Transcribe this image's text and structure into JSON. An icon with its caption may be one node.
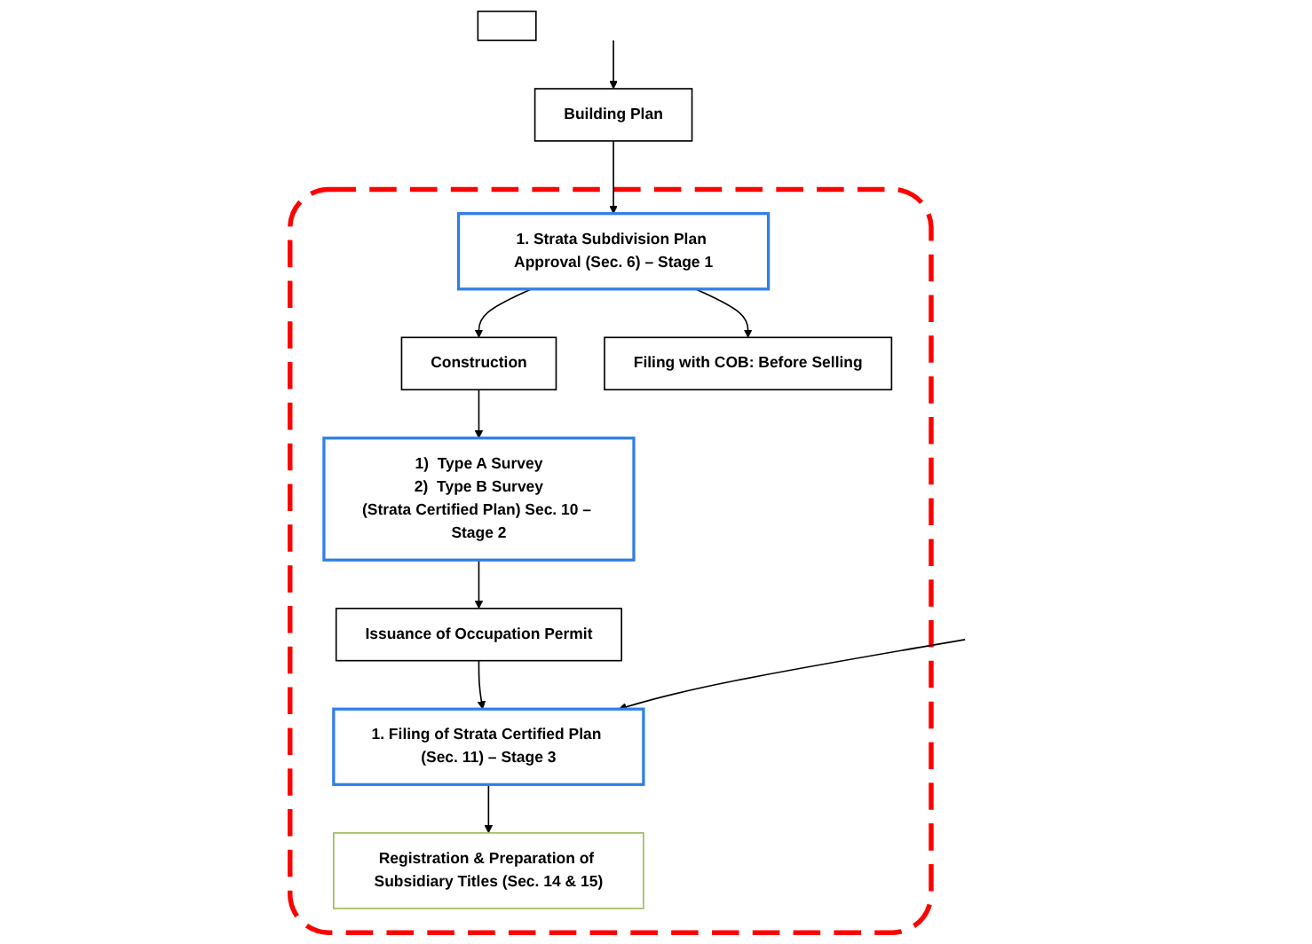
{
  "diagram": {
    "nodes": [
      {
        "text": [],
        "shape": "box"
      },
      {
        "text": [],
        "shape": "box"
      },
      {
        "text": [
          "Building Plan"
        ]
      },
      {
        "text": [
          "1. Strata Subdivision Plan Approval (Sec. 6) – Stage 1"
        ],
        "in": 1
      },
      {
        "text": [
          "Construction"
        ],
        "in": 1
      },
      {
        "text": [
          "Filing with COB: Before Selling"
        ],
        "in": 1
      },
      {
        "text": [
          "1)  Type A Survey",
          "2)  Type B Survey",
          "(Strata Certified Plan) Sec. 10 – Stage 2"
        ],
        "in": 1
      },
      {
        "text": [
          "Issuance of Occupation Permit"
        ],
        "in": 1
      },
      {
        "text": [
          "1. Filing of Strata Certified Plan (Sec. 11) – Stage 3"
        ],
        "in": 1
      },
      {
        "text": [
          "Registration & Preparation of Subsidiary Titles (Sec. 14 & 15)"
        ],
        "in": 1
      }
    ],
    "edges": [
      {
        "from": null,
        "to": 2,
        "arrow": "to"
      },
      {
        "from": 2,
        "to": 3,
        "arrow": "to"
      },
      {
        "from": 3,
        "to": 4,
        "arrow": "to"
      },
      {
        "from": 3,
        "to": 5,
        "arrow": "to"
      },
      {
        "from": 4,
        "to": 6,
        "arrow": "to"
      },
      {
        "from": 6,
        "to": 7,
        "arrow": "to"
      },
      {
        "from": 7,
        "to": 8,
        "arrow": "to"
      },
      {
        "from": null,
        "to": 8,
        "arrow": "to"
      },
      {
        "from": 8,
        "to": 9,
        "arrow": "to"
      }
    ]
  }
}
